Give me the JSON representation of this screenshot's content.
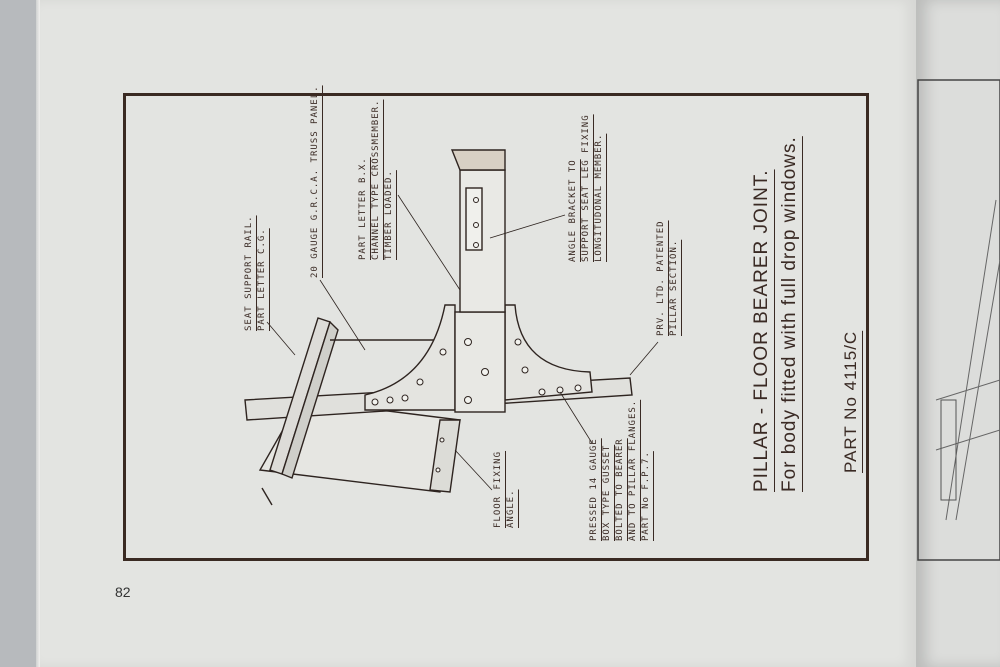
{
  "page_number": "82",
  "drawing": {
    "title": "PILLAR - FLOOR  BEARER  JOINT.",
    "subtitle": "For body fitted with full drop windows.",
    "part_number": "PART No 4115/C",
    "labels": {
      "seat_rail": [
        "SEAT  SUPPORT RAIL.",
        "PART  LETTER  C.G."
      ],
      "truss_panel": [
        "20 GAUGE  G.R.C.A.  TRUSS  PANEL."
      ],
      "crossmember": [
        "PART  LETTER  B.X.",
        "CHANNEL  TYPE  CROSSMEMBER.",
        "TIMBER  LOADED."
      ],
      "angle_bracket": [
        "ANGLE  BRACKET  TO",
        "SUPPORT  SEAT  LEG  FIXING",
        "LONGITUDONAL  MEMBER."
      ],
      "pillar_section": [
        "PRV.  LTD.  PATENTED",
        "PILLAR  SECTION."
      ],
      "floor_angle": [
        "FLOOR  FIXING",
        "ANGLE."
      ],
      "gusset": [
        "PRESSED  14  GAUGE",
        "BOX  TYPE  GUSSET",
        "BOLTED  TO  BEARER",
        "AND  TO  PILLAR  FLANGES.",
        "PART No  F.P.7."
      ]
    }
  }
}
